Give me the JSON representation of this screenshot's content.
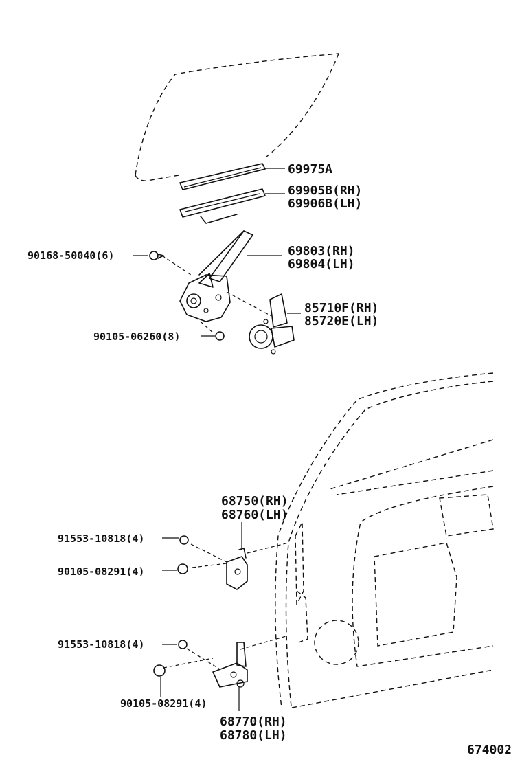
{
  "diagram_id": "674002",
  "labels": {
    "run_channel": "69975A",
    "glass_channel_rh": "69905B(RH)",
    "glass_channel_lh": "69906B(LH)",
    "regulator_rh": "69803(RH)",
    "regulator_lh": "69804(LH)",
    "regulator_bolt": "90168-50040(6)",
    "motor_rh": "85710F(RH)",
    "motor_lh": "85720E(LH)",
    "motor_bolt": "90105-06260(8)",
    "upper_hinge_rh": "68750(RH)",
    "upper_hinge_lh": "68760(LH)",
    "upper_hinge_screw": "91553-10818(4)",
    "upper_hinge_bolt": "90105-08291(4)",
    "lower_hinge_screw": "91553-10818(4)",
    "lower_hinge_bolt": "90105-08291(4)",
    "lower_hinge_rh": "68770(RH)",
    "lower_hinge_lh": "68780(LH)"
  }
}
